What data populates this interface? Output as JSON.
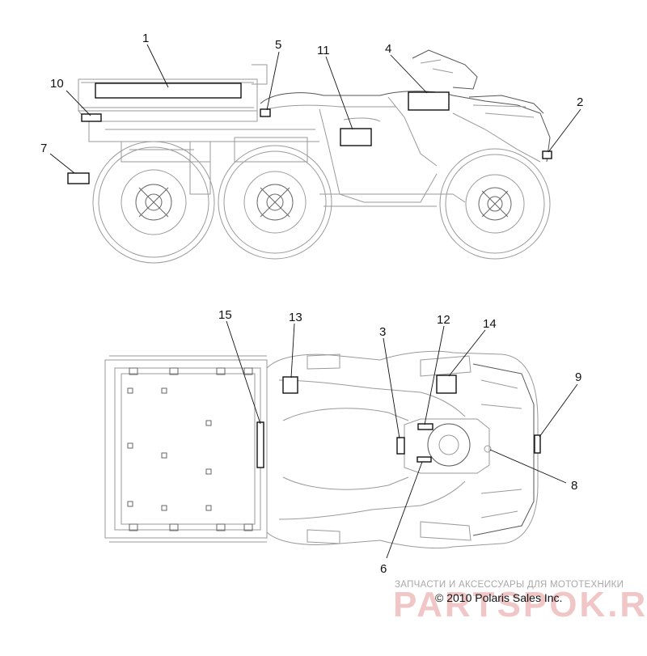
{
  "callouts": {
    "c1": "1",
    "c2": "2",
    "c3": "3",
    "c4": "4",
    "c5": "5",
    "c6": "6",
    "c7": "7",
    "c8": "8",
    "c9": "9",
    "c10": "10",
    "c11": "11",
    "c12": "12",
    "c13": "13",
    "c14": "14",
    "c15": "15"
  },
  "footer": {
    "watermark_caption": "ЗАПЧАСТИ И АКСЕССУАРЫ ДЛЯ МОТОТЕХНИКИ",
    "watermark_brand": "PARTSPOK.RU",
    "copyright": "© 2010 Polaris Sales Inc."
  },
  "colors": {
    "line": "#111111",
    "vehicle": "#9a9a9a",
    "watermark": "#f0c6c6"
  }
}
